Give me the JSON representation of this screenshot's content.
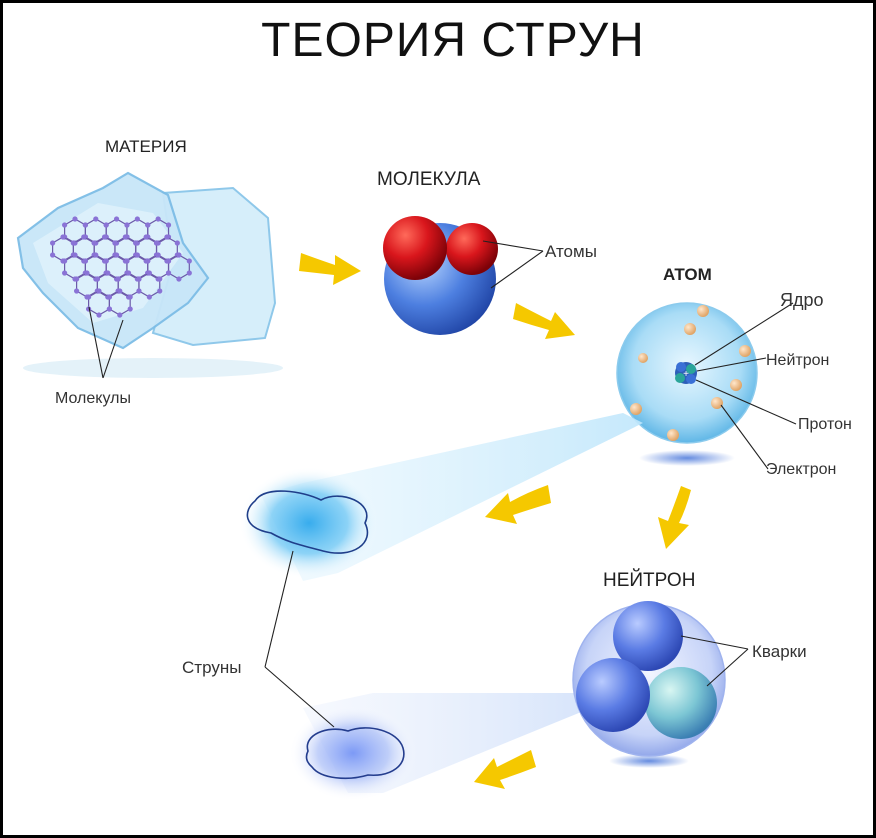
{
  "title": "ТЕОРИЯ СТРУН",
  "labels": {
    "matter": "МАТЕРИЯ",
    "molecules": "Молекулы",
    "molecule": "МОЛЕКУЛА",
    "atoms": "Атомы",
    "atom": "АТОМ",
    "nucleus": "Ядро",
    "neutron_small": "Нейтрон",
    "proton": "Протон",
    "electron": "Электрон",
    "neutron": "НЕЙТРОН",
    "quarks": "Кварки",
    "strings": "Струны"
  },
  "colors": {
    "arrow": "#f5c800",
    "ice": "#cfe9f7",
    "atom_red": "#d9161c",
    "atom_blue": "#4d7fe0",
    "sphere": "#8fd0f2",
    "string_glow": "#2ea8ec"
  }
}
